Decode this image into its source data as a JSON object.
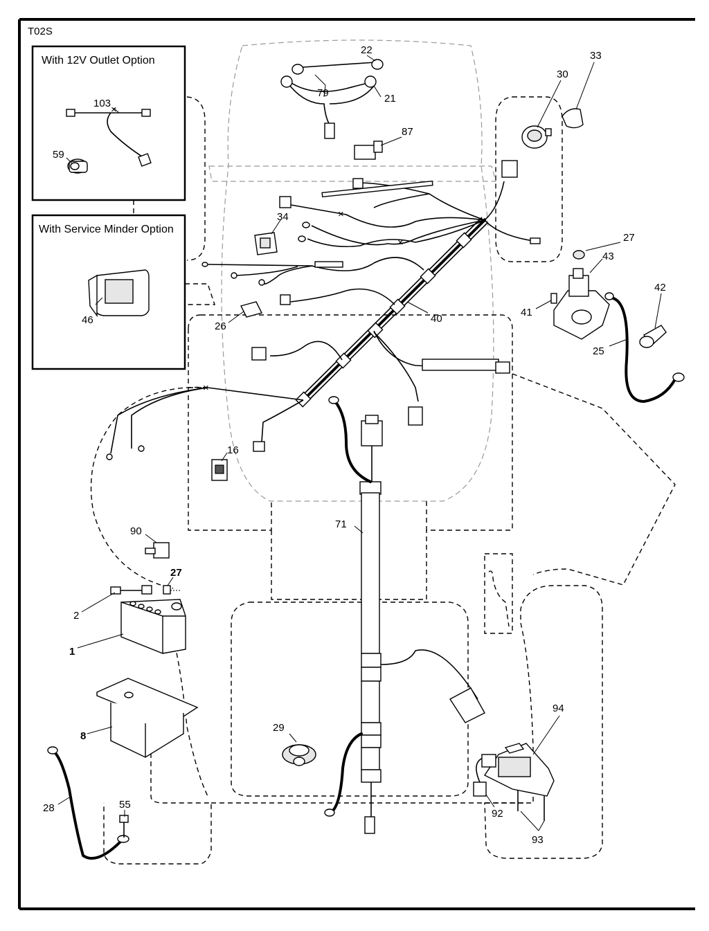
{
  "diagram_code": "T02S",
  "insets": {
    "outlet_option_title": "With 12V Outlet Option",
    "service_minder_title": "With Service Minder Option"
  },
  "callouts": {
    "p22": "22",
    "p79": "79",
    "p21": "21",
    "p30": "30",
    "p33": "33",
    "p87": "87",
    "p103": "103",
    "p59": "59",
    "p34": "34",
    "p27a": "27",
    "p43": "43",
    "p42": "42",
    "p41": "41",
    "p25": "25",
    "p46": "46",
    "p26": "26",
    "p40": "40",
    "p16": "16",
    "p90": "90",
    "p71": "71",
    "p27b": "27",
    "p2": "2",
    "p1": "1",
    "p8": "8",
    "p29": "29",
    "p94": "94",
    "p92": "92",
    "p93": "93",
    "p28": "28",
    "p55": "55"
  }
}
